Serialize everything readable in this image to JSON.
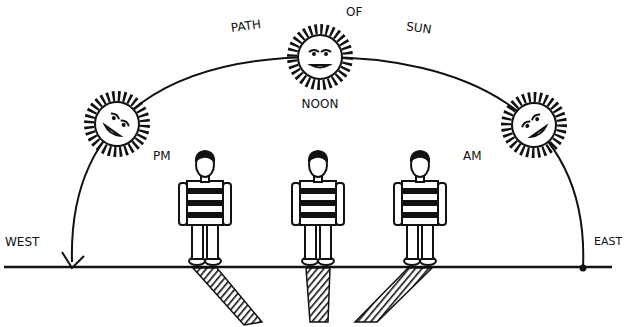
{
  "diagram": {
    "labels": [
      "PATH",
      "OF",
      "SUN",
      "NOON",
      "PM",
      "AM",
      "WEST",
      "EAST"
    ]
  }
}
